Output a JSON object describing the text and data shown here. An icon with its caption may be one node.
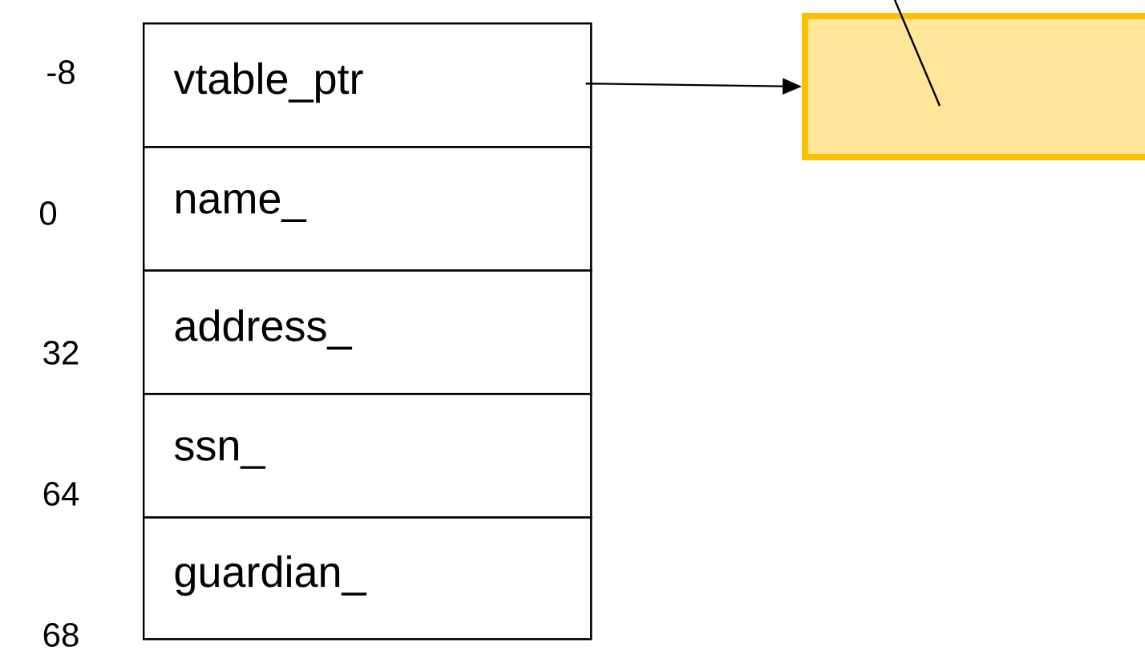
{
  "diagram": {
    "nodes": [
      {
        "text": [
          "vtable_ptr"
        ]
      },
      {
        "text": [
          "name_"
        ]
      },
      {
        "text": [
          "address_"
        ]
      },
      {
        "text": [
          "ssn_"
        ]
      },
      {
        "text": [
          "guardian_"
        ]
      },
      {
        "text": [],
        "shape": "box"
      }
    ],
    "edges": [
      {
        "from": 0,
        "to": 5,
        "arrow": "to"
      },
      {
        "from": null,
        "to": 5,
        "arrow": "none"
      }
    ],
    "labels": [
      "-8",
      "0",
      "32",
      "64",
      "68"
    ]
  }
}
